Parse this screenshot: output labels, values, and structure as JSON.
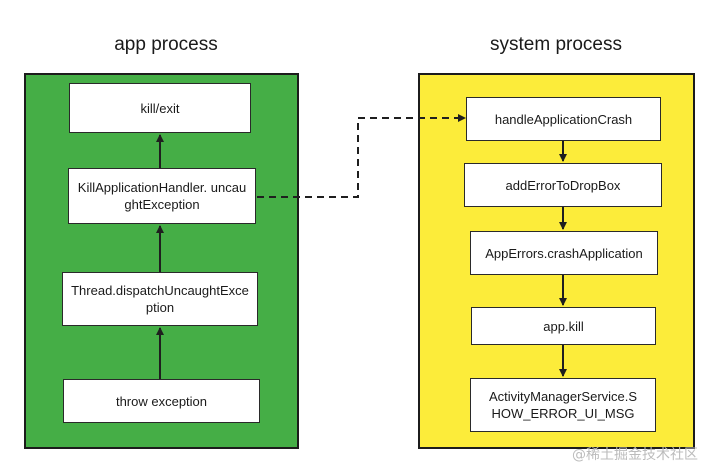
{
  "app_process": {
    "title": "app process",
    "color": "#45ae46",
    "nodes": {
      "kill_exit": "kill/exit",
      "kill_handler": "KillApplicationHandler. uncaughtException",
      "dispatch": "Thread.dispatchUncaughtException",
      "throw": "throw exception"
    }
  },
  "system_process": {
    "title": "system process",
    "color": "#fcec3a",
    "nodes": {
      "handle_crash": "handleApplicationCrash",
      "add_error": "addErrorToDropBox",
      "crash_app": "AppErrors.crashApplication",
      "app_kill": "app.kill",
      "ams": "ActivityManagerService.SHOW_ERROR_UI_MSG"
    }
  },
  "watermark": "@稀土掘金技术社区"
}
